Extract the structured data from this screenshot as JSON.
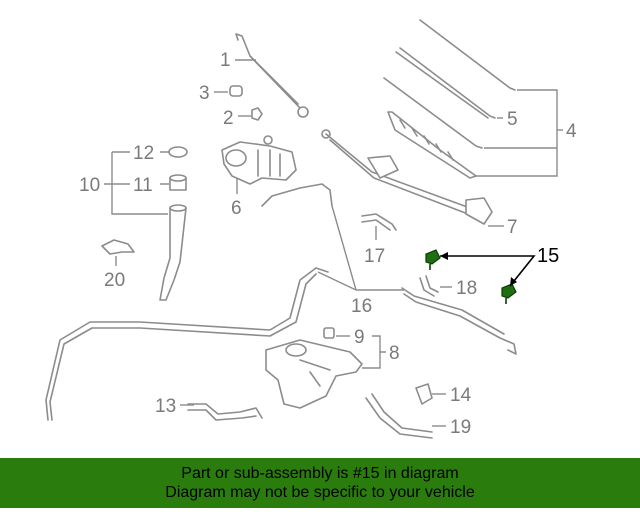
{
  "callouts": {
    "c1": "1",
    "c2": "2",
    "c3": "3",
    "c4": "4",
    "c5": "5",
    "c6": "6",
    "c7": "7",
    "c8": "8",
    "c9": "9",
    "c10": "10",
    "c11": "11",
    "c12": "12",
    "c13": "13",
    "c14": "14",
    "c15": "15",
    "c16": "16",
    "c17": "17",
    "c18": "18",
    "c19": "19",
    "c20": "20"
  },
  "highlight": {
    "part_number": "15",
    "color": "#1f6e12"
  },
  "banner": {
    "line1": "Part or sub-assembly is #15 in diagram",
    "line2": "Diagram may not be specific to your vehicle",
    "background": "#2a7d0c"
  }
}
